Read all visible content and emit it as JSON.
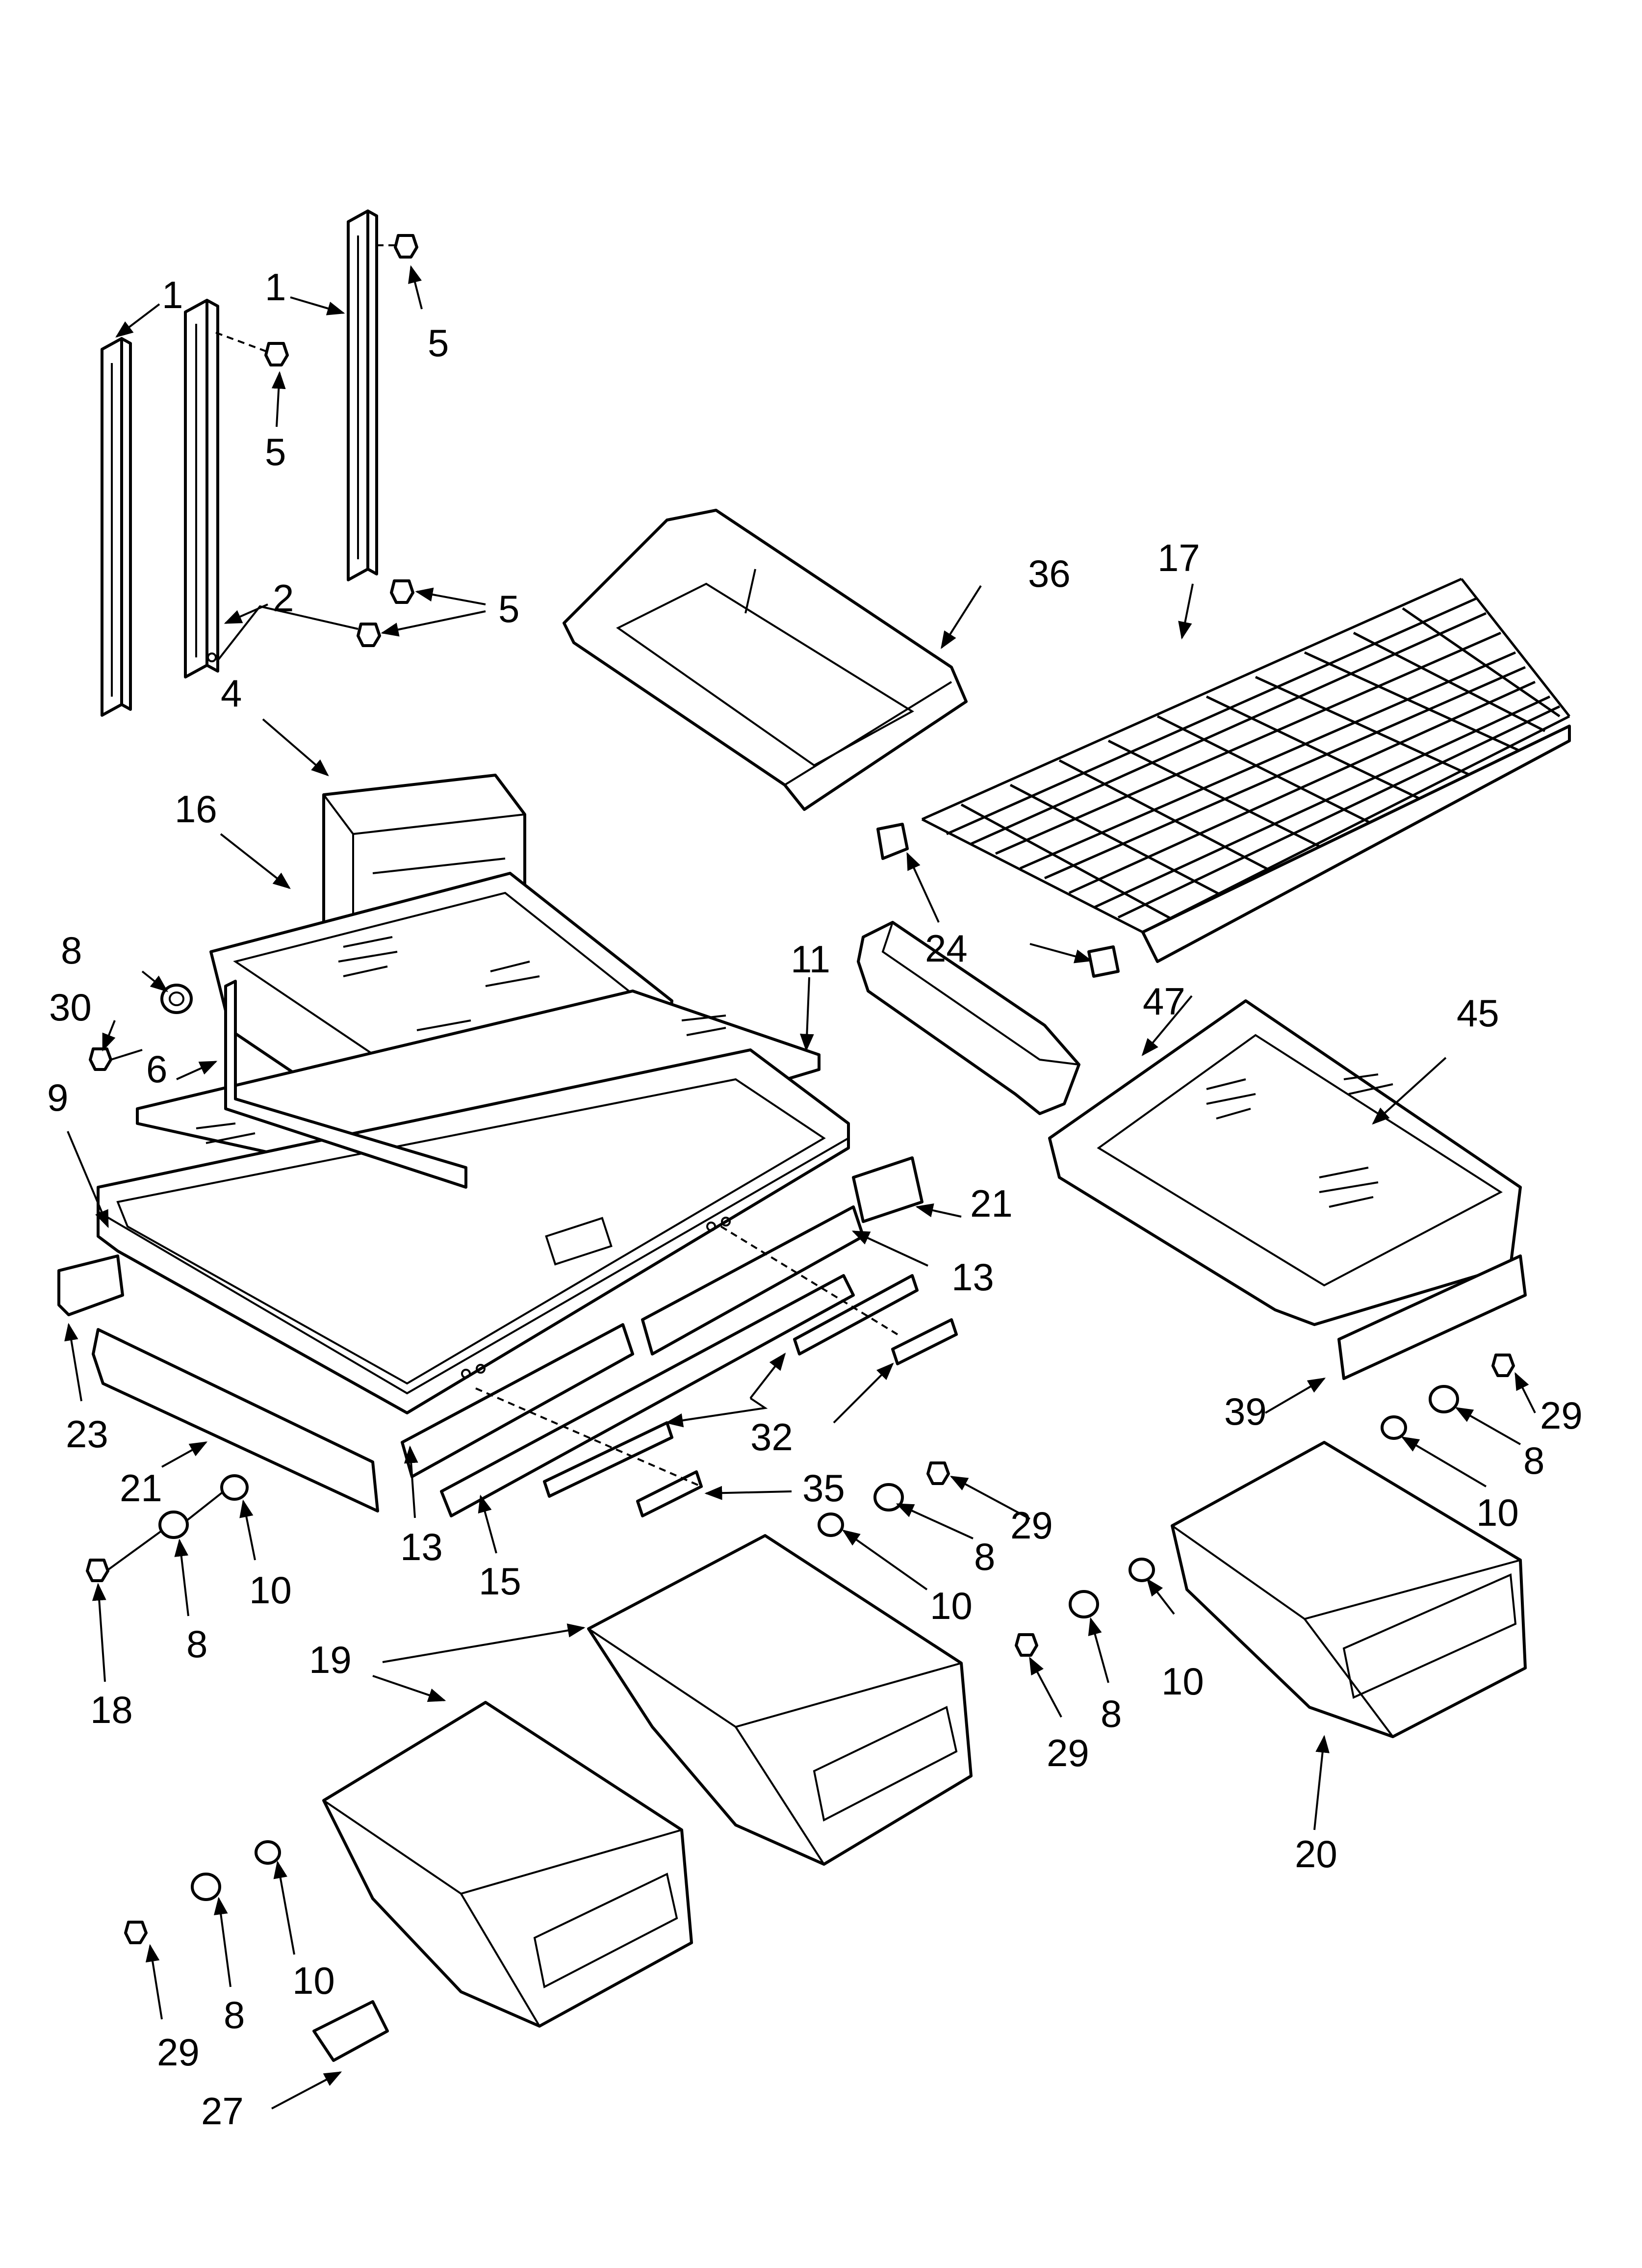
{
  "diagram": {
    "type": "exploded-parts-diagram",
    "callouts": [
      {
        "id": "c1a",
        "label": "1"
      },
      {
        "id": "c1b",
        "label": "1"
      },
      {
        "id": "c2",
        "label": "2"
      },
      {
        "id": "c4",
        "label": "4"
      },
      {
        "id": "c5a",
        "label": "5"
      },
      {
        "id": "c5b",
        "label": "5"
      },
      {
        "id": "c5c",
        "label": "5"
      },
      {
        "id": "c6",
        "label": "6"
      },
      {
        "id": "c8a",
        "label": "8"
      },
      {
        "id": "c8b",
        "label": "8"
      },
      {
        "id": "c8c",
        "label": "8"
      },
      {
        "id": "c8d",
        "label": "8"
      },
      {
        "id": "c8e",
        "label": "8"
      },
      {
        "id": "c8f",
        "label": "8"
      },
      {
        "id": "c9",
        "label": "9"
      },
      {
        "id": "c10a",
        "label": "10"
      },
      {
        "id": "c10b",
        "label": "10"
      },
      {
        "id": "c10c",
        "label": "10"
      },
      {
        "id": "c10d",
        "label": "10"
      },
      {
        "id": "c10e",
        "label": "10"
      },
      {
        "id": "c11",
        "label": "11"
      },
      {
        "id": "c13a",
        "label": "13"
      },
      {
        "id": "c13b",
        "label": "13"
      },
      {
        "id": "c15",
        "label": "15"
      },
      {
        "id": "c16",
        "label": "16"
      },
      {
        "id": "c17",
        "label": "17"
      },
      {
        "id": "c18",
        "label": "18"
      },
      {
        "id": "c19",
        "label": "19"
      },
      {
        "id": "c20",
        "label": "20"
      },
      {
        "id": "c21a",
        "label": "21"
      },
      {
        "id": "c21b",
        "label": "21"
      },
      {
        "id": "c23",
        "label": "23"
      },
      {
        "id": "c24",
        "label": "24"
      },
      {
        "id": "c27",
        "label": "27"
      },
      {
        "id": "c29a",
        "label": "29"
      },
      {
        "id": "c29b",
        "label": "29"
      },
      {
        "id": "c29c",
        "label": "29"
      },
      {
        "id": "c29d",
        "label": "29"
      },
      {
        "id": "c30",
        "label": "30"
      },
      {
        "id": "c32",
        "label": "32"
      },
      {
        "id": "c35",
        "label": "35"
      },
      {
        "id": "c36",
        "label": "36"
      },
      {
        "id": "c39",
        "label": "39"
      },
      {
        "id": "c45",
        "label": "45"
      },
      {
        "id": "c47",
        "label": "47"
      }
    ]
  }
}
